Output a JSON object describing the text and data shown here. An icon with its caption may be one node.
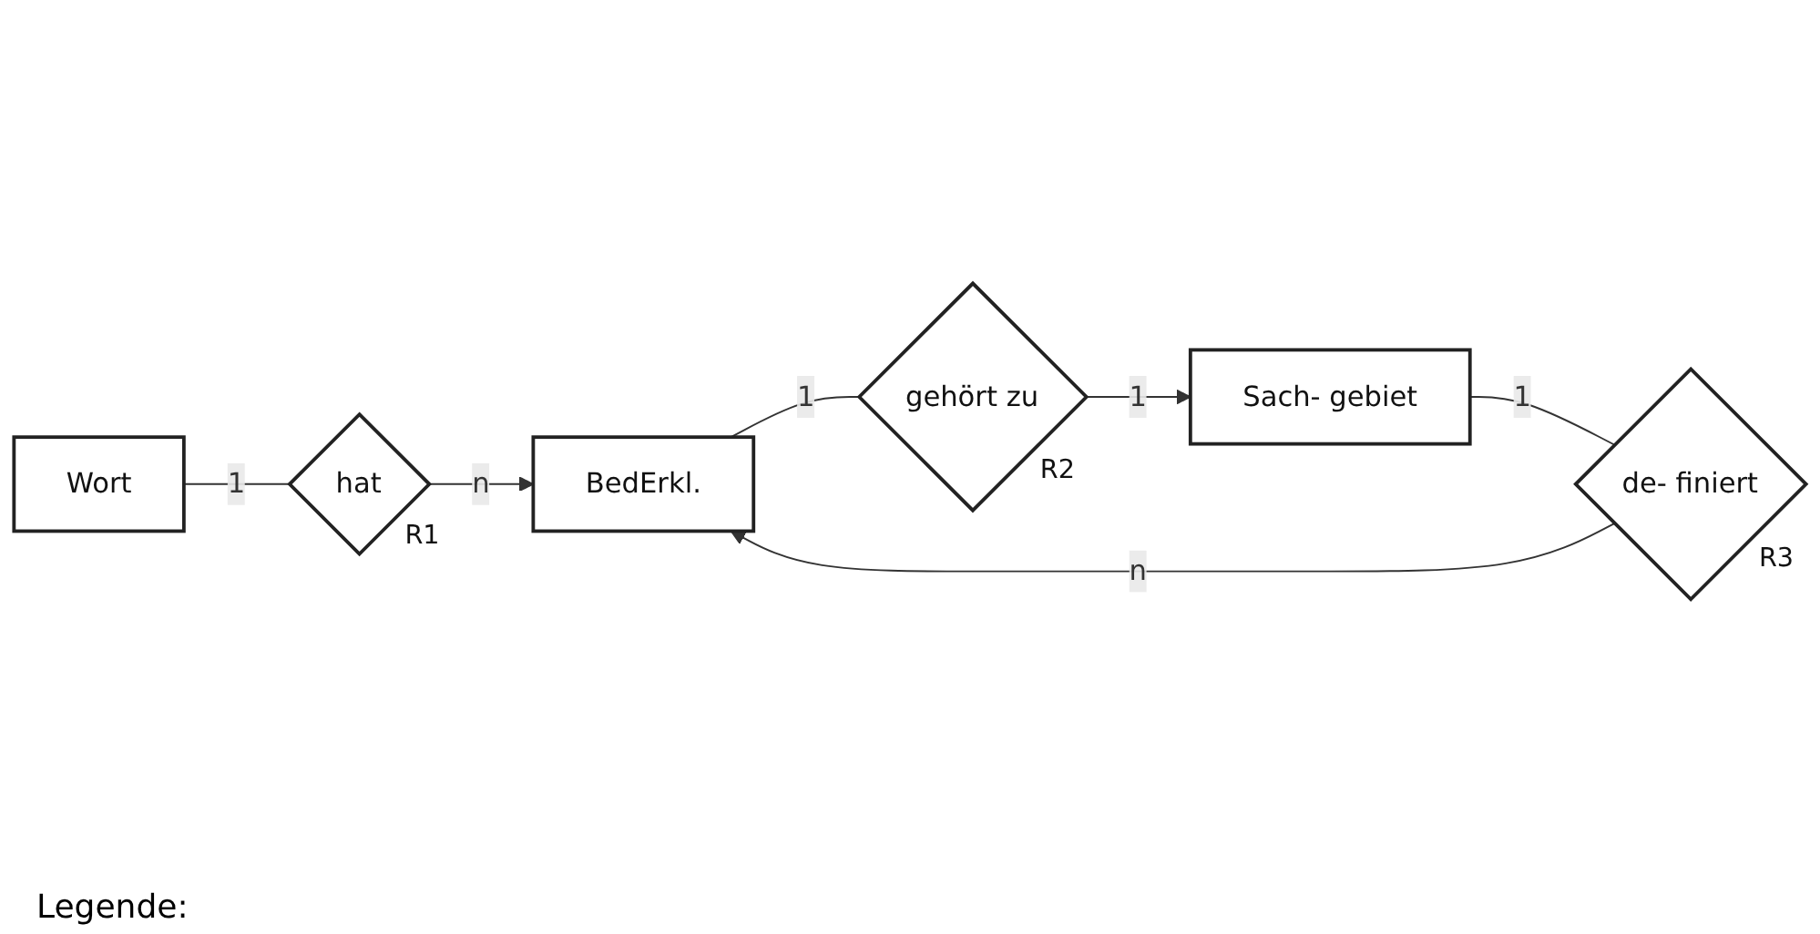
{
  "diagram": {
    "nodes": [
      {
        "text": [
          "Wort"
        ]
      },
      {
        "text": [
          "hat"
        ],
        "beside": [
          "R1"
        ]
      },
      {
        "text": [
          "BedErkl."
        ]
      },
      {
        "text": [
          "gehört zu"
        ],
        "beside": [
          "R2"
        ]
      },
      {
        "text": [
          "de- finiert"
        ],
        "beside": [
          "R3"
        ]
      },
      {
        "text": [
          "Sach- gebiet"
        ]
      }
    ],
    "edges": [
      {
        "from": 0,
        "to": 1,
        "arrow": "none",
        "label": "1"
      },
      {
        "from": 1,
        "to": 2,
        "arrow": "to",
        "label": "n"
      },
      {
        "from": 2,
        "to": 3,
        "arrow": "none",
        "label": "1"
      },
      {
        "from": 3,
        "to": 5,
        "arrow": "to",
        "label": "1"
      },
      {
        "from": 5,
        "to": 4,
        "arrow": "none",
        "label": "1"
      },
      {
        "from": 4,
        "to": 2,
        "arrow": "to",
        "label": "n"
      }
    ],
    "labels": [
      "Legende:"
    ]
  }
}
